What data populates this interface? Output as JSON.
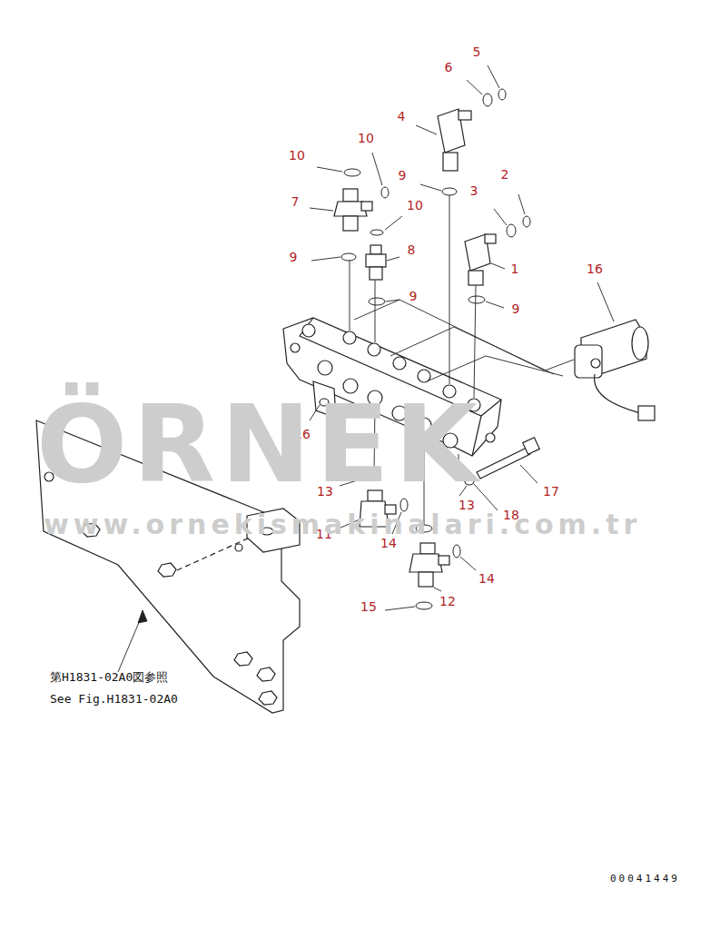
{
  "diagram": {
    "labels": [
      "5",
      "6",
      "4",
      "10",
      "10",
      "9",
      "3",
      "2",
      "7",
      "10",
      "8",
      "1",
      "16",
      "9",
      "9",
      "9",
      "16",
      "13",
      "17",
      "13",
      "18",
      "11",
      "14",
      "14",
      "12",
      "15",
      "第H1831-02A0図参照",
      "See Fig.H1831-02A0",
      "ÖRNEK",
      "www.ornekismakinalari.com.tr",
      "00041449"
    ]
  }
}
